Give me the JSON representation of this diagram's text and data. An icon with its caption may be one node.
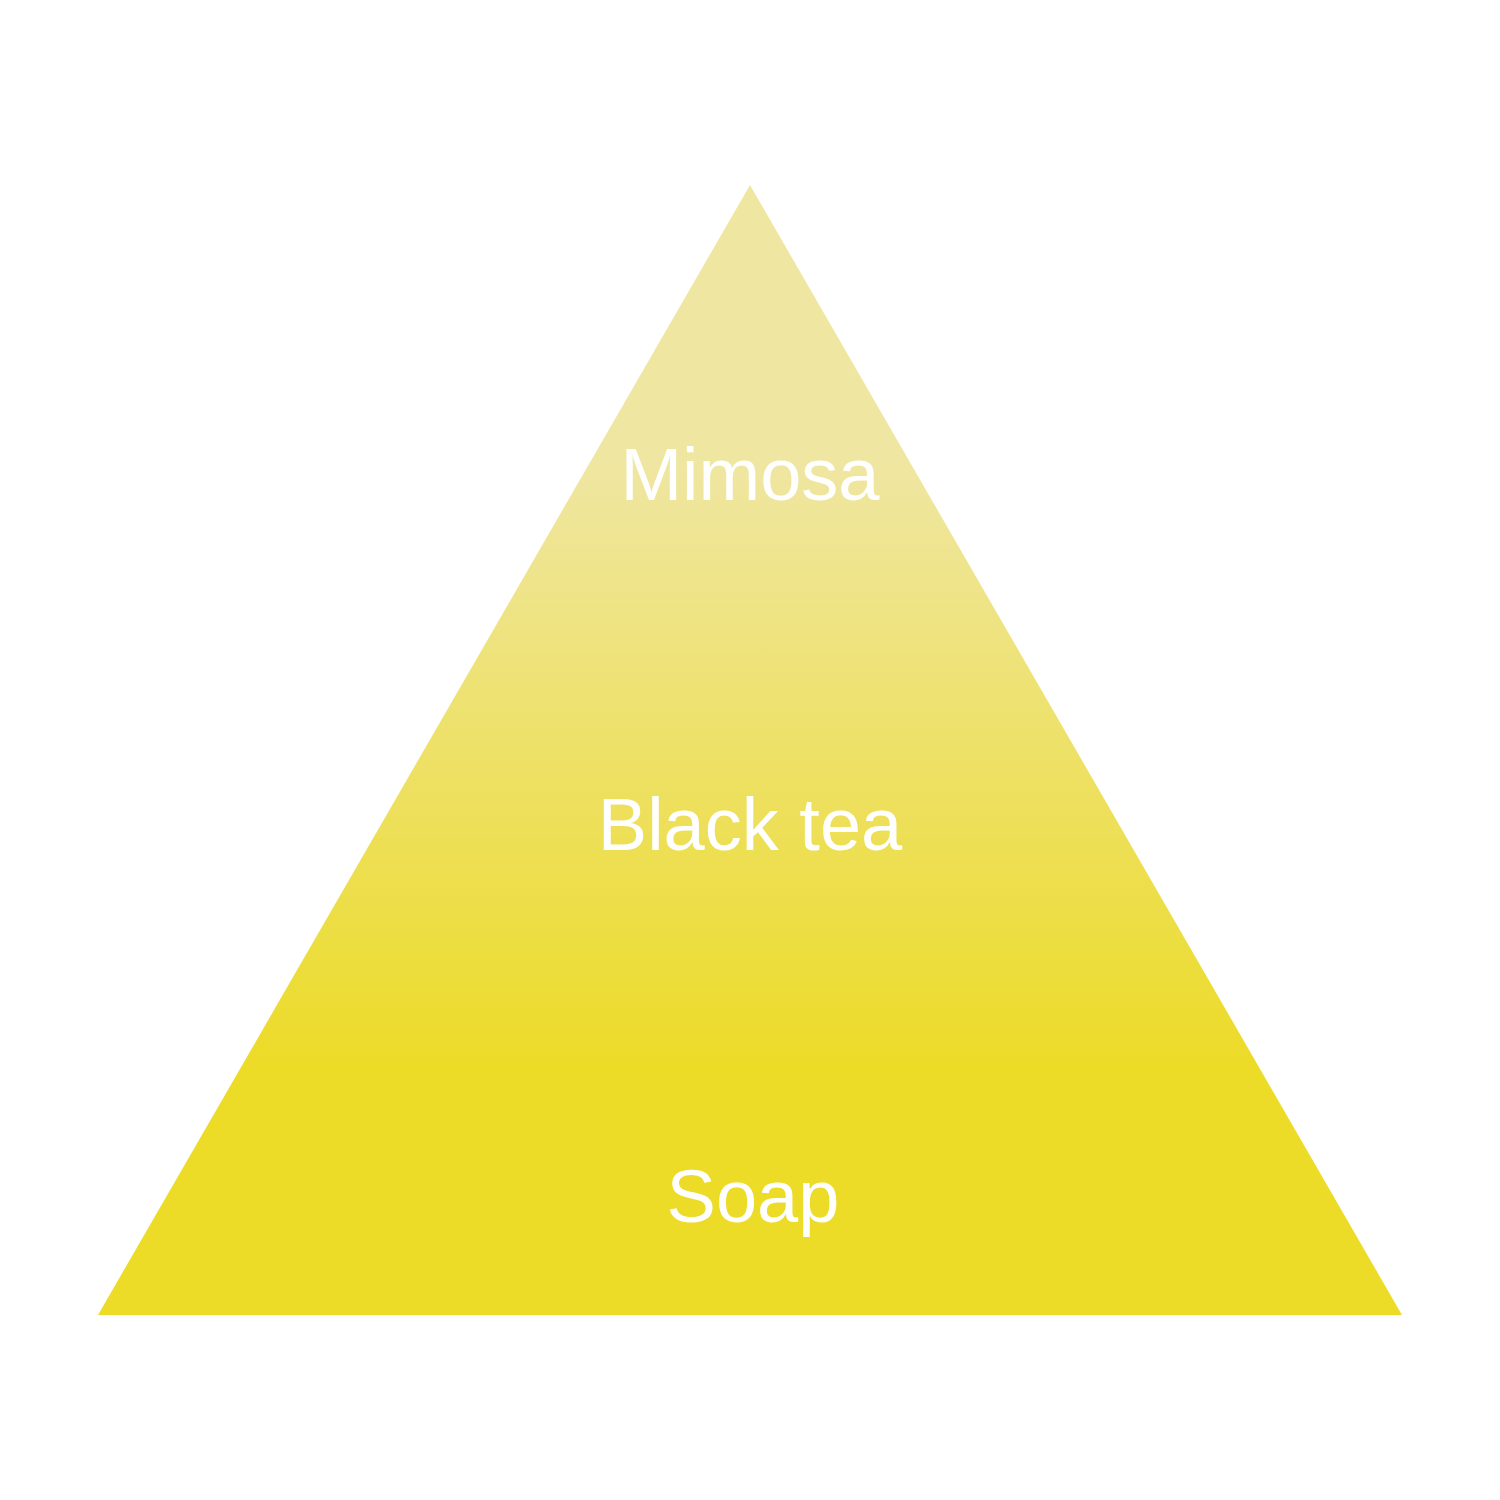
{
  "diagram": {
    "nodes": [
      {
        "text": [
          "Mimosa",
          "Black tea",
          "Soap"
        ]
      }
    ]
  }
}
